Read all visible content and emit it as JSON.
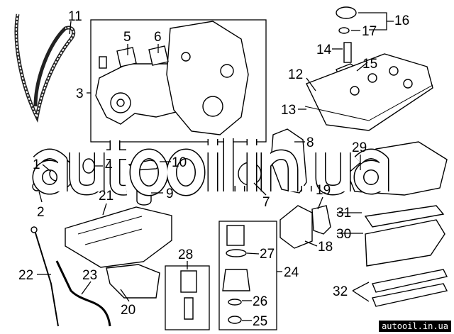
{
  "callouts": {
    "c1": "1",
    "c2": "2",
    "c3": "3",
    "c4": "4",
    "c5": "5",
    "c6": "6",
    "c7": "7",
    "c8": "8",
    "c9": "9",
    "c10": "10",
    "c11": "11",
    "c12": "12",
    "c13": "13",
    "c14": "14",
    "c15": "15",
    "c16": "16",
    "c17": "17",
    "c18": "18",
    "c19": "19",
    "c20": "20",
    "c21": "21",
    "c22": "22",
    "c23": "23",
    "c24": "24",
    "c25": "25",
    "c26": "26",
    "c27": "27",
    "c28": "28",
    "c29": "29",
    "c30": "30",
    "c31": "31",
    "c32": "32"
  },
  "watermark": "autooil.in.ua",
  "badge": "autooil.in.ua"
}
